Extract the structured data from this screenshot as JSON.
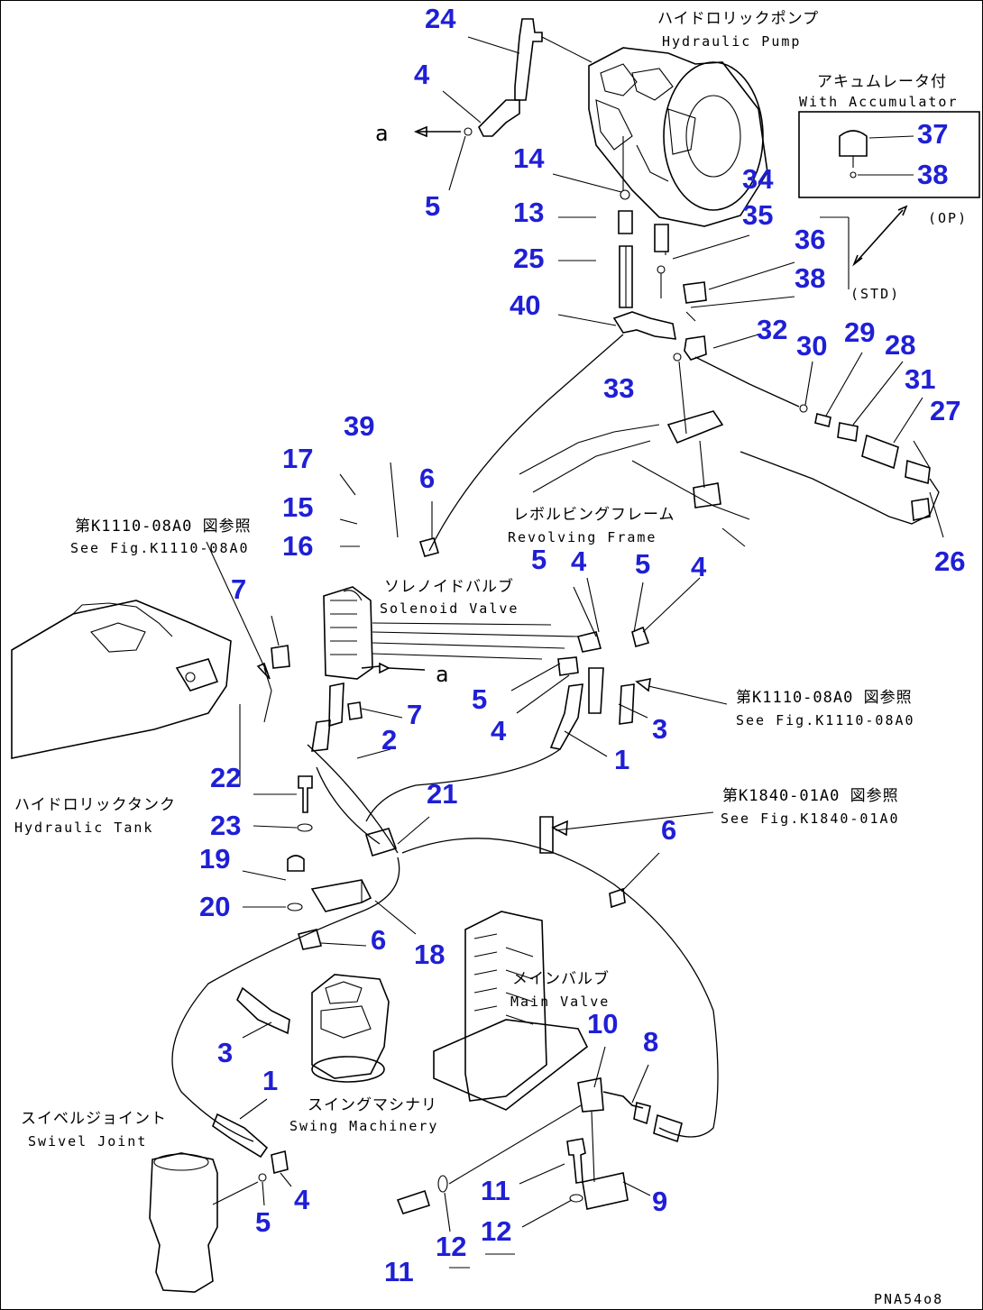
{
  "annotations": {
    "hydraulic_pump_jp": "ハイドロリックポンプ",
    "hydraulic_pump_en": "Hydraulic Pump",
    "with_accumulator_jp": "アキュムレータ付",
    "with_accumulator_en": "With Accumulator",
    "op": "(OP)",
    "std": "(STD)",
    "revolving_frame_jp": "レボルビングフレーム",
    "revolving_frame_en": "Revolving Frame",
    "see_fig_top_jp": "第K1110-08A0 図参照",
    "see_fig_top_en": "See Fig.K1110-08A0",
    "solenoid_valve_jp": "ソレノイドバルブ",
    "solenoid_valve_en": "Solenoid Valve",
    "see_fig_right_jp": "第K1110-08A0 図参照",
    "see_fig_right_en": "See Fig.K1110-08A0",
    "hydraulic_tank_jp": "ハイドロリックタンク",
    "hydraulic_tank_en": "Hydraulic Tank",
    "see_fig_k1840_jp": "第K1840-01A0 図参照",
    "see_fig_k1840_en": "See Fig.K1840-01A0",
    "main_valve_jp": "メインバルブ",
    "main_valve_en": "Main Valve",
    "swing_machinery_jp": "スイングマシナリ",
    "swing_machinery_en": "Swing Machinery",
    "swivel_joint_jp": "スイベルジョイント",
    "swivel_joint_en": "Swivel Joint",
    "arrow_a_top": "a",
    "arrow_a_mid": "a",
    "drawing_code": "PNA54o8"
  },
  "callouts": {
    "c24": "24",
    "c4a": "4",
    "c5a": "5",
    "c14": "14",
    "c13": "13",
    "c34": "34",
    "c25": "25",
    "c35": "35",
    "c36": "36",
    "c38a": "38",
    "c37": "37",
    "c38b": "38",
    "c40": "40",
    "c32": "32",
    "c30": "30",
    "c29": "29",
    "c28": "28",
    "c33": "33",
    "c31": "31",
    "c27": "27",
    "c26": "26",
    "c39": "39",
    "c17": "17",
    "c6a": "6",
    "c15": "15",
    "c16": "16",
    "c5b": "5",
    "c4b": "4",
    "c5c": "5",
    "c4c": "4",
    "c7a": "7",
    "c5d": "5",
    "c4d": "4",
    "c3a": "3",
    "c7b": "7",
    "c2": "2",
    "c1a": "1",
    "c22": "22",
    "c21": "21",
    "c23": "23",
    "c6b": "6",
    "c19": "19",
    "c20": "20",
    "c6c": "6",
    "c18": "18",
    "c10": "10",
    "c8": "8",
    "c3b": "3",
    "c1b": "1",
    "c4e": "4",
    "c5e": "5",
    "c11a": "11",
    "c9": "9",
    "c12a": "12",
    "c12b": "12",
    "c11b": "11"
  }
}
